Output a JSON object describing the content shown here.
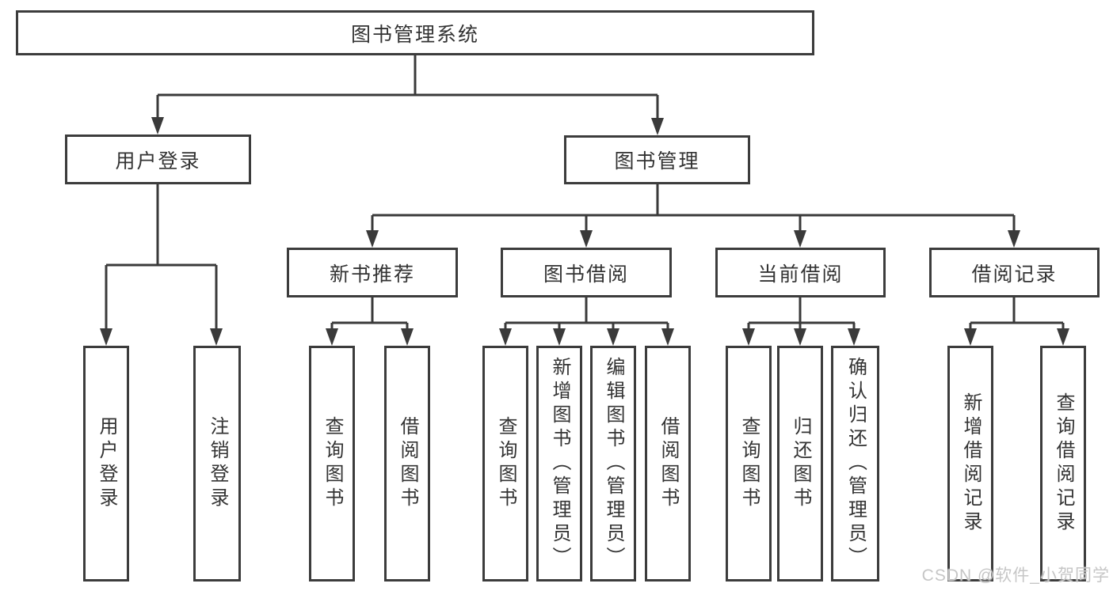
{
  "diagram": {
    "title": "图书管理系统",
    "nodes": {
      "root": "图书管理系统",
      "user_login": "用户登录",
      "book_mgmt": "图书管理",
      "leaf_user_login": "用户登录",
      "leaf_logout": "注销登录",
      "new_books": "新书推荐",
      "book_borrow": "图书借阅",
      "current_borrow": "当前借阅",
      "borrow_records": "借阅记录",
      "leaf_nb_query": "查询图书",
      "leaf_nb_borrow": "借阅图书",
      "leaf_bb_query": "查询图书",
      "leaf_bb_add": "新增图书（管理员）",
      "leaf_bb_edit": "编辑图书（管理员）",
      "leaf_bb_borrow": "借阅图书",
      "leaf_cb_query": "查询图书",
      "leaf_cb_return": "归还图书",
      "leaf_cb_confirm": "确认归还（管理员）",
      "leaf_br_add": "新增借阅记录",
      "leaf_br_query": "查询借阅记录"
    },
    "structure": [
      {
        "parent": "图书管理系统",
        "children": [
          "用户登录",
          "图书管理"
        ]
      },
      {
        "parent": "用户登录",
        "children": [
          "用户登录",
          "注销登录"
        ]
      },
      {
        "parent": "图书管理",
        "children": [
          "新书推荐",
          "图书借阅",
          "当前借阅",
          "借阅记录"
        ]
      },
      {
        "parent": "新书推荐",
        "children": [
          "查询图书",
          "借阅图书"
        ]
      },
      {
        "parent": "图书借阅",
        "children": [
          "查询图书",
          "新增图书（管理员）",
          "编辑图书（管理员）",
          "借阅图书"
        ]
      },
      {
        "parent": "当前借阅",
        "children": [
          "查询图书",
          "归还图书",
          "确认归还（管理员）"
        ]
      },
      {
        "parent": "借阅记录",
        "children": [
          "新增借阅记录",
          "查询借阅记录"
        ]
      }
    ],
    "watermark": "CSDN @软件_小贺同学",
    "colors": {
      "line": "#3a3a3a",
      "box_border": "#3c3c3c",
      "box_fill": "#ffffff",
      "text": "#333333",
      "watermark": "#c6c6c6",
      "background": "#ffffff"
    }
  }
}
